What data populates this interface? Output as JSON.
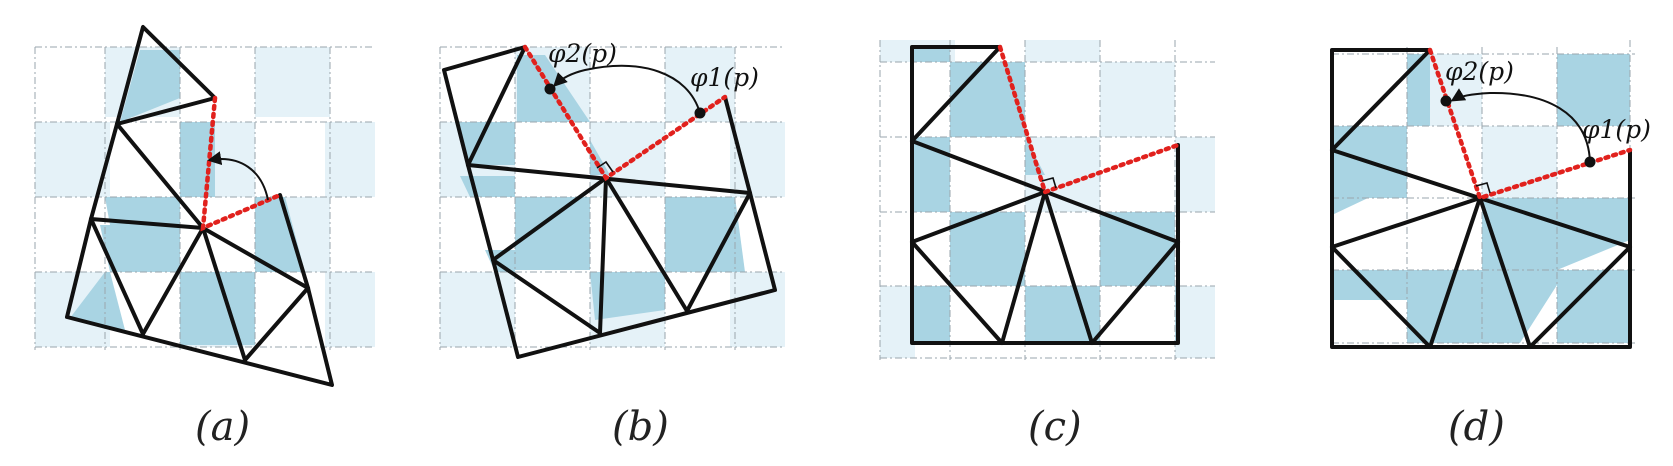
{
  "panels": [
    {
      "id": "a",
      "caption": "(a)"
    },
    {
      "id": "b",
      "caption": "(b)",
      "label_top": "φ2(p)",
      "label_right": "φ1(p)"
    },
    {
      "id": "c",
      "caption": "(c)"
    },
    {
      "id": "d",
      "caption": "(d)",
      "label_top": "φ2(p)",
      "label_right": "φ1(p)"
    }
  ],
  "colors": {
    "tile": "#a9d4e3",
    "tile_light": "#e5f2f8",
    "edge": "#111111",
    "cut": "#e1211d"
  }
}
